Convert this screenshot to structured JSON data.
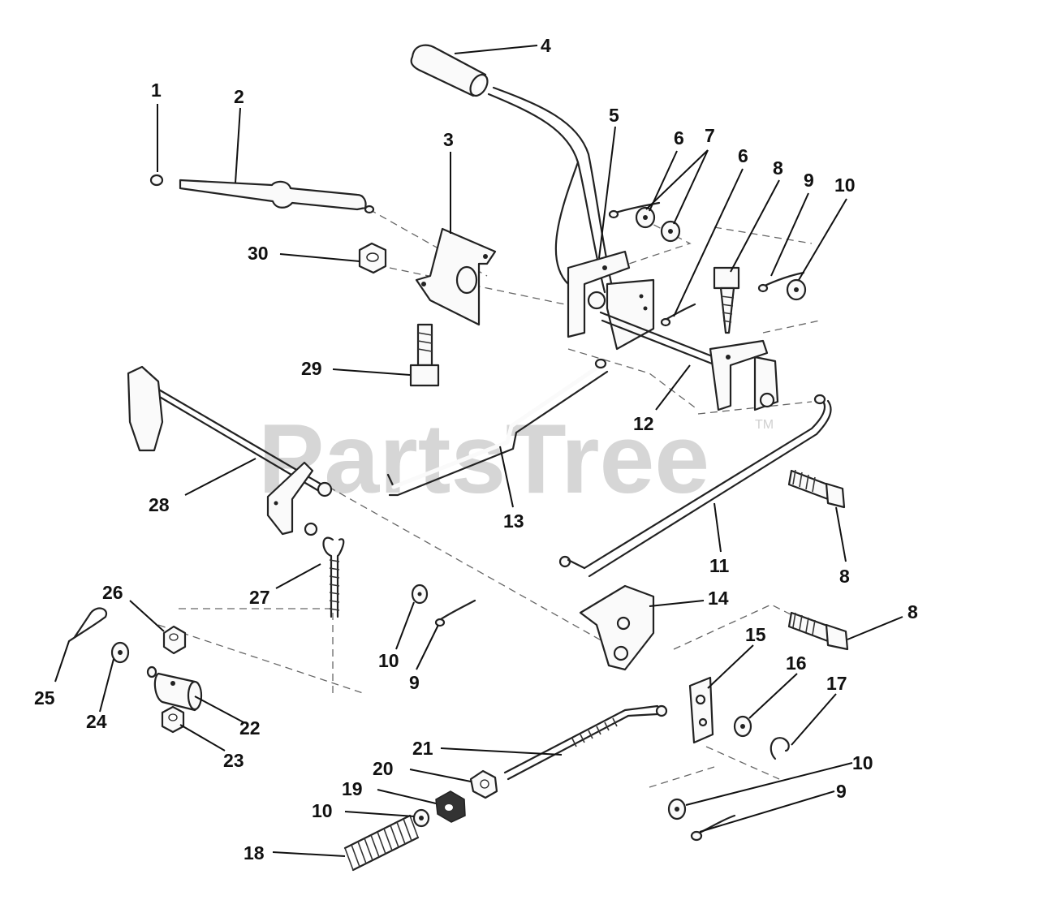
{
  "watermark": {
    "text": "PartsTree",
    "mark": "TM"
  },
  "callouts": [
    "1",
    "2",
    "3",
    "4",
    "5",
    "6",
    "7",
    "6",
    "8",
    "9",
    "10",
    "30",
    "29",
    "28",
    "13",
    "12",
    "11",
    "8",
    "14",
    "8",
    "27",
    "26",
    "25",
    "24",
    "22",
    "23",
    "10",
    "9",
    "15",
    "16",
    "17",
    "21",
    "20",
    "19",
    "10",
    "18",
    "10",
    "9"
  ]
}
